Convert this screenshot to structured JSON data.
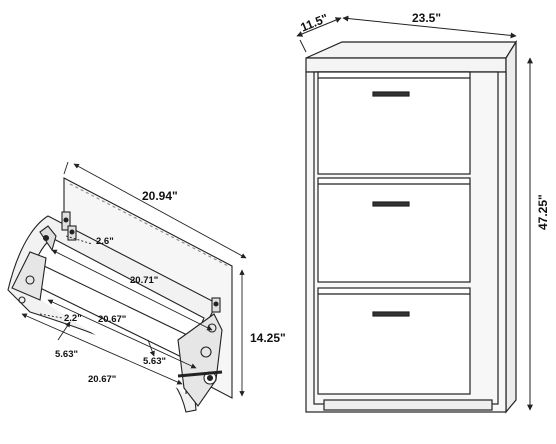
{
  "colors": {
    "line": "#222222",
    "cabinet_fill": "#f4f4f4",
    "panel_fill": "#ffffff",
    "handle": "#333333",
    "background": "#ffffff"
  },
  "cabinet": {
    "depth_label": "11.5\"",
    "width_label": "23.5\"",
    "height_label": "47.25\"",
    "drawer_count": 3
  },
  "drawer_detail": {
    "back_width_label": "20.94\"",
    "height_label": "14.25\"",
    "top_offset_label": "2.6\"",
    "inner_width_label": "20.71\"",
    "bottom_offset_label": "2.2\"",
    "bottom_inner_width_label": "20.67\"",
    "left_gap_label": "5.63\"",
    "right_gap_label": "5.63\"",
    "base_width_label": "20.67\""
  }
}
